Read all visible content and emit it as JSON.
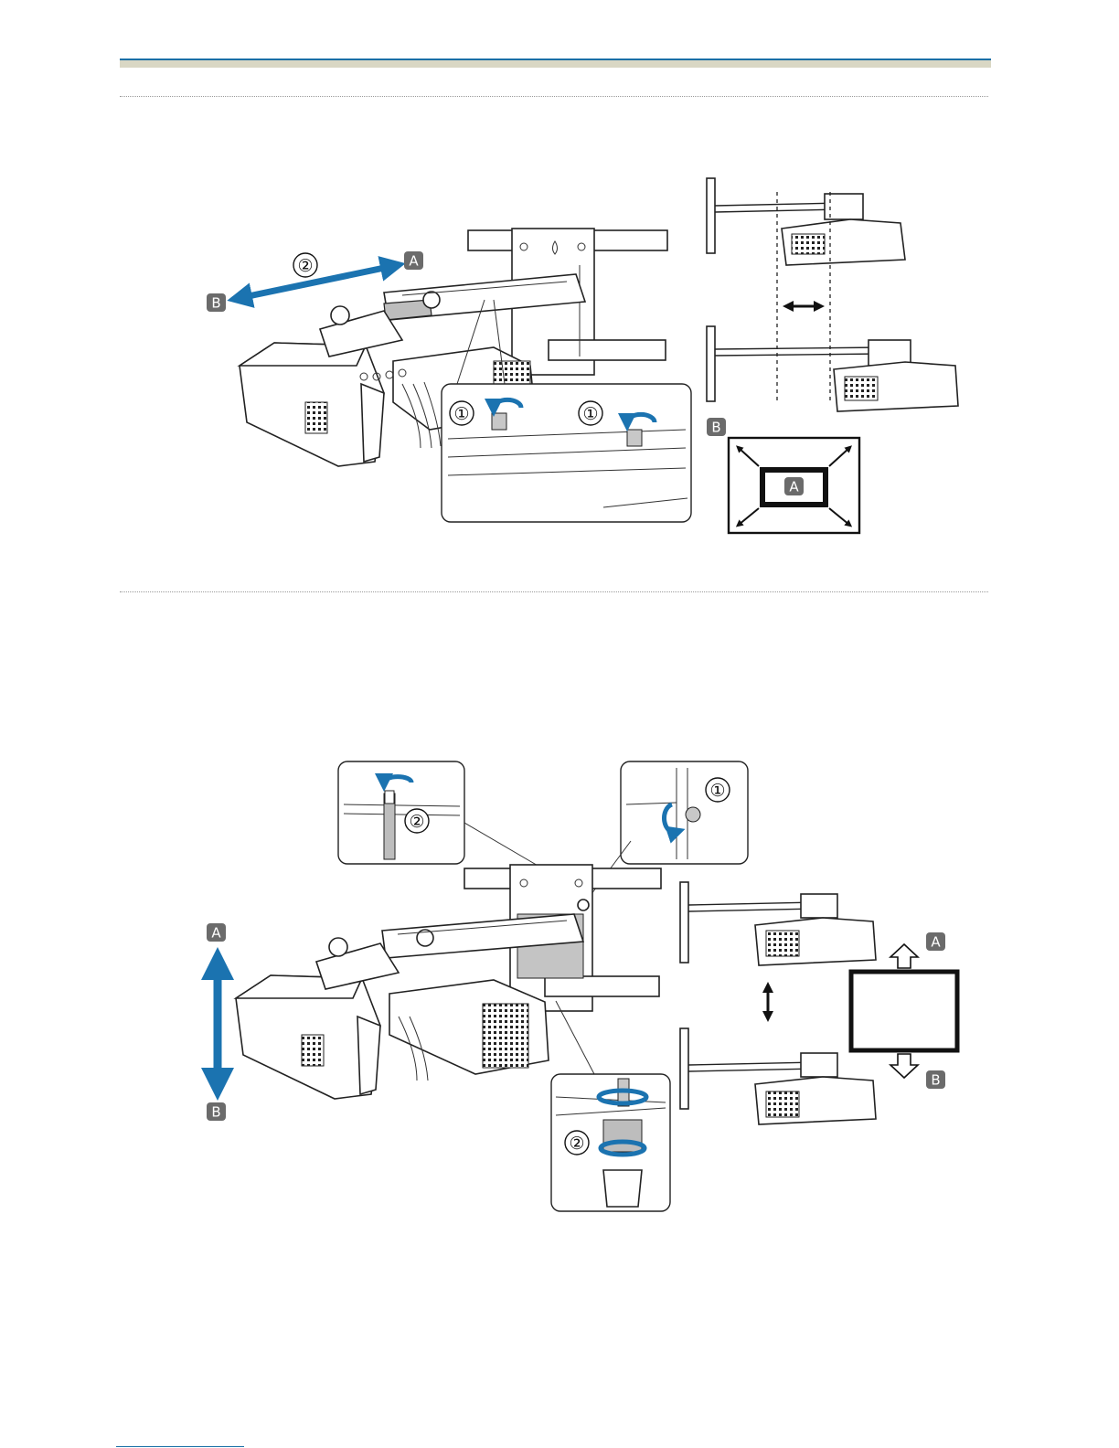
{
  "colors": {
    "accent": "#1a6fa6",
    "arrow_blue": "#1b73b0",
    "badge_grey": "#6b6b6b",
    "header_band": "#d9d7c4"
  },
  "figure_top": {
    "label_a": "A",
    "label_b": "B",
    "step_main": "②",
    "inset_step_left": "①",
    "inset_step_right": "①",
    "side_label_b": "B",
    "screen_label_a": "A"
  },
  "figure_bottom": {
    "label_a": "A",
    "label_b": "B",
    "inset_left_step": "②",
    "inset_right_step": "①",
    "inset_bottom_step": "②",
    "side_label_a": "A",
    "side_label_b": "B"
  }
}
